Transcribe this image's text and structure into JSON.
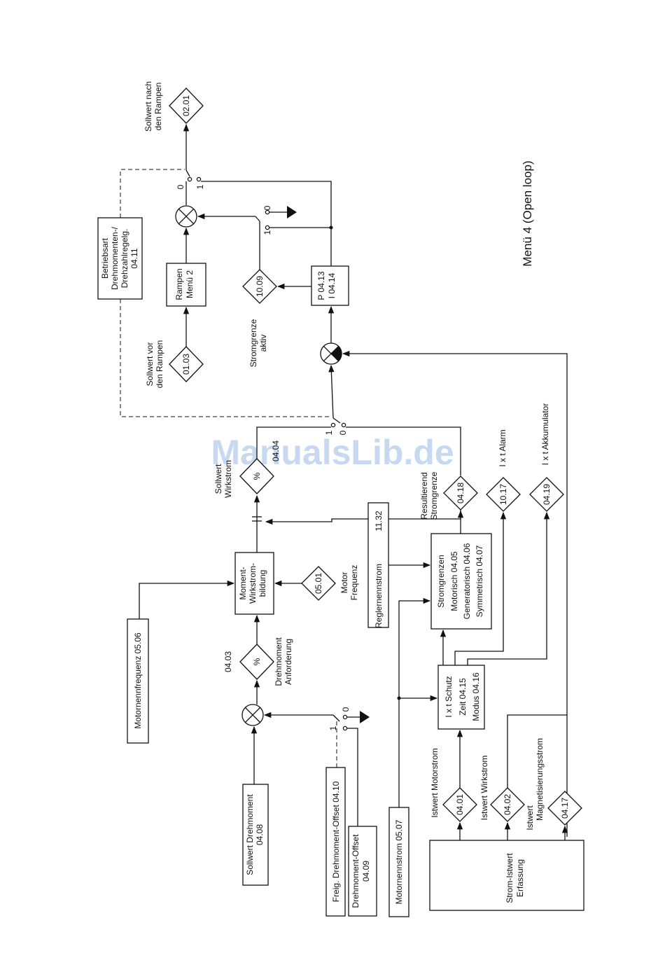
{
  "watermark": "ManualsLib.de",
  "title": "Menü 4 (Open loop)",
  "boxes": {
    "rampen": [
      "Rampen",
      "Menü 2"
    ],
    "betriebsart": [
      "Betriebsart",
      "Drehmomenten-/",
      "Drehzahlregelg.",
      "04.11"
    ],
    "pi": [
      "P 04.13",
      "I  04.14"
    ],
    "moment": [
      "Moment-",
      "Wirkstrom-",
      "bildung"
    ],
    "motornennfrequenz": "Motornennfrequenz 05.06",
    "sollwert_drehmoment": [
      "Sollwert Drehmoment",
      "04.08"
    ],
    "freig_offset": "Freig. Drehmoment-Offset 04.10",
    "drehmoment_offset": [
      "Drehmoment-Offset",
      "04.09"
    ],
    "motornennstrom": "Motornennstrom 05.07",
    "reglernennstrom": [
      "Reglernennstrom",
      "11.32"
    ],
    "stromgrenzen": [
      "Stromgrenzen",
      "Motorisch          04.05",
      "Generatorisch 04.06",
      "Symmetrisch    04.07"
    ],
    "ixt_schutz": [
      "I x t Schutz",
      "Zeit          04.15",
      "Modus 04.16"
    ],
    "strom_istwert": [
      "Strom-Istwert",
      "Erfassung"
    ]
  },
  "params": {
    "p0201": "02.01",
    "p0103": "01.03",
    "p1009": "10.09",
    "p0418": "04.18",
    "p1017": "10.17",
    "p0419": "04.19",
    "p0501": "05.01",
    "p0401": "04.01",
    "p0402": "04.02",
    "p0417": "04.17",
    "pct_sollwert": "%",
    "pct_anforderung": "%"
  },
  "labels": {
    "sollwert_nach": [
      "Sollwert nach",
      "den Rampen"
    ],
    "sollwert_vor": [
      "Sollwert vor",
      "den Rampen"
    ],
    "stromgrenze_aktiv": [
      "Stromgrenze",
      "aktiv"
    ],
    "sollwert_wirkstrom": [
      "Sollwert",
      "Wirkstrom"
    ],
    "p0404": "04.04",
    "resultierend": [
      "Resultierend",
      "Stromgrenze"
    ],
    "ixt_alarm": "I x t Alarm",
    "ixt_akku": "I x t Akkumulator",
    "motor_frequenz": [
      "Motor",
      "Frequenz"
    ],
    "p0403": "04.03",
    "drehmoment_anforderung": [
      "Drehmoment",
      "Anforderung"
    ],
    "istwert_motorstrom": "Istwert Motorstrom",
    "istwert_wirkstrom": "Istwert Wirkstrom",
    "istwert_magnet": [
      "Istwert",
      "Magnetisierungsstrom"
    ],
    "sw0": "0",
    "sw1": "1"
  }
}
